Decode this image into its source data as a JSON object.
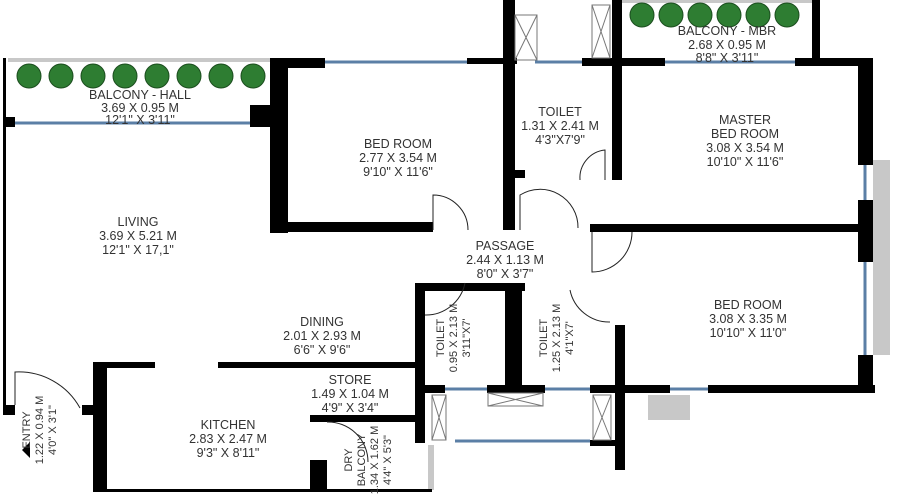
{
  "rooms": {
    "balcony_hall": {
      "name": "BALCONY - HALL",
      "metric": "3.69 X 0.95 M",
      "imperial": "12'1\" X 3'11\""
    },
    "living": {
      "name": "LIVING",
      "metric": "3.69 X 5.21 M",
      "imperial": "12'1\" X 17,1\""
    },
    "bedroom1": {
      "name": "BED ROOM",
      "metric": "2.77 X 3.54 M",
      "imperial": "9'10\" X 11'6\""
    },
    "toilet_mbr": {
      "name": "TOILET",
      "metric": "1.31 X 2.41 M",
      "imperial": "4'3\"X7'9\""
    },
    "balcony_mbr": {
      "name": "BALCONY - MBR",
      "metric": "2.68 X 0.95 M",
      "imperial": "8'8\" X 3'11\""
    },
    "master_bedroom": {
      "name_line1": "MASTER",
      "name_line2": "BED ROOM",
      "metric": "3.08 X 3.54 M",
      "imperial": "10'10\" X 11'6\""
    },
    "passage": {
      "name": "PASSAGE",
      "metric": "2.44 X 1.13 M",
      "imperial": "8'0\" X 3'7\""
    },
    "dining": {
      "name": "DINING",
      "metric": "2.01 X 2.93 M",
      "imperial": "6'6\" X 9'6\""
    },
    "toilet2": {
      "name": "TOILET",
      "metric": "0.95 X 2.13 M",
      "imperial": "3'11\"X7'"
    },
    "toilet3": {
      "name": "TOILET",
      "metric": "1.25 X 2.13 M",
      "imperial": "4'1\"X7'"
    },
    "bedroom2": {
      "name": "BED ROOM",
      "metric": "3.08 X 3.35 M",
      "imperial": "10'10\" X 11'0\""
    },
    "store": {
      "name": "STORE",
      "metric": "1.49 X 1.04 M",
      "imperial": "4'9\" X 3'4\""
    },
    "kitchen": {
      "name": "KITCHEN",
      "metric": "2.83 X 2.47 M",
      "imperial": "9'3\" X 8'11\""
    },
    "entry": {
      "name": "ENTRY",
      "metric": "1.22 X 0.94 M",
      "imperial": "4'0\" X 3'1\""
    },
    "dry_balcony": {
      "name_line1": "DRY",
      "name_line2": "BALCONY",
      "metric": "1.34 X 1.62 M",
      "imperial": "4'4\" X 5'3\""
    }
  },
  "colors": {
    "wall": "#000000",
    "window": "#5b7fa6",
    "plants": "#2e7d32",
    "ledge": "#c8c8c8"
  }
}
